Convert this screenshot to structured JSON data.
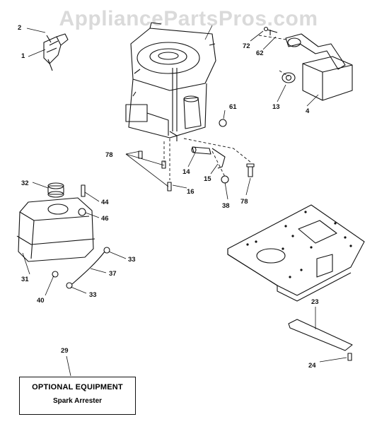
{
  "watermark": "AppliancePartsPros.com",
  "optional_equipment": {
    "title": "OPTIONAL EQUIPMENT",
    "item": "Spark Arrester"
  },
  "labels": {
    "p1": "1",
    "p2": "2",
    "p4": "4",
    "p13": "13",
    "p14": "14",
    "p15": "15",
    "p16": "16",
    "p23": "23",
    "p24": "24",
    "p29": "29",
    "p31": "31",
    "p32": "32",
    "p33a": "33",
    "p33b": "33",
    "p37": "37",
    "p38": "38",
    "p40": "40",
    "p44": "44",
    "p46": "46",
    "p61": "61",
    "p62": "62",
    "p72": "72",
    "p78a": "78",
    "p78b": "78"
  }
}
